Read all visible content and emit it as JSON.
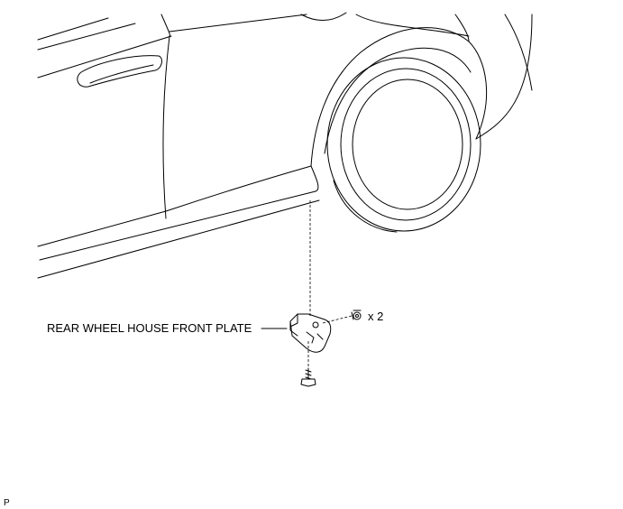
{
  "labels": {
    "part_name": "REAR WHEEL HOUSE FRONT PLATE",
    "clip_quantity": "x 2",
    "corner_mark": "P"
  }
}
